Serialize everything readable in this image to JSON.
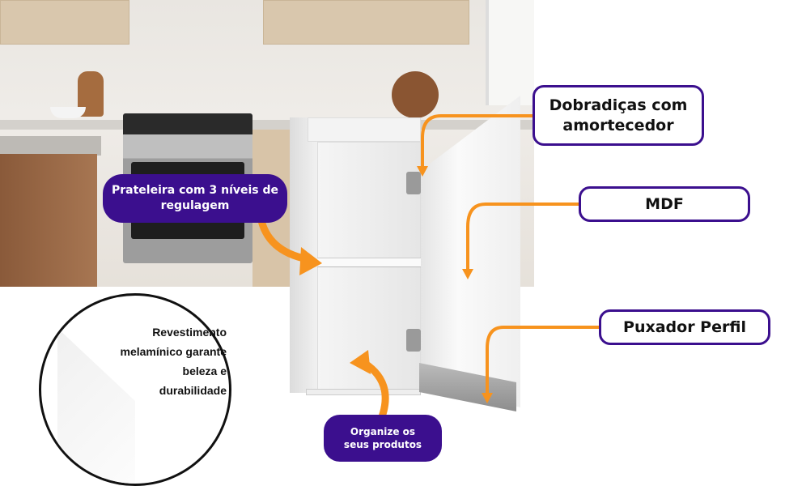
{
  "callouts": {
    "shelf": "Prateleira com 3 níveis de regulagem",
    "hinges": "Dobradiças com amortecedor",
    "mdf": "MDF",
    "handle": "Puxador Perfil",
    "organize": "Organize os seus produtos",
    "coating": "Revestimento melamínico garante beleza e durabilidade"
  },
  "colors": {
    "accent": "#3b0f8e",
    "arrow": "#f7931e"
  }
}
